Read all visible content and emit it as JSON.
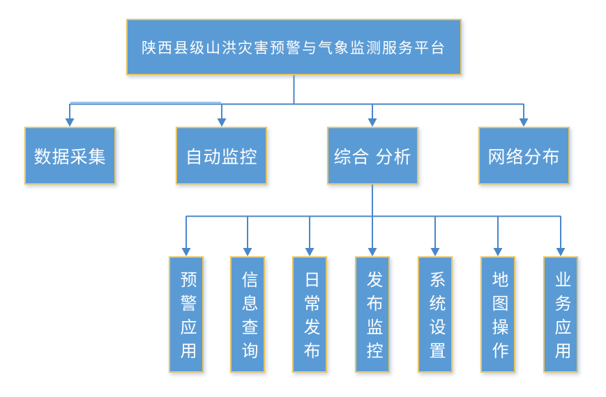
{
  "diagram": {
    "root": {
      "label": "陕西县级山洪灾害预警与气象监测服务平台"
    },
    "level2": [
      {
        "label": "数据采集"
      },
      {
        "label": "自动监控"
      },
      {
        "label": "综合 分析"
      },
      {
        "label": "网络分布"
      }
    ],
    "level3": [
      {
        "label": "预警应用"
      },
      {
        "label": "信息查询"
      },
      {
        "label": "日常发布"
      },
      {
        "label": "发布监控"
      },
      {
        "label": "系统设置"
      },
      {
        "label": "地图操作"
      },
      {
        "label": "业务应用"
      }
    ],
    "colors": {
      "node_fill": "#5B9BD5",
      "node_border": "#E9C45F",
      "connector": "#4A87C9",
      "connector_light": "#9DC3E6",
      "text": "#FFFFFF",
      "background": "#FFFFFF"
    }
  }
}
